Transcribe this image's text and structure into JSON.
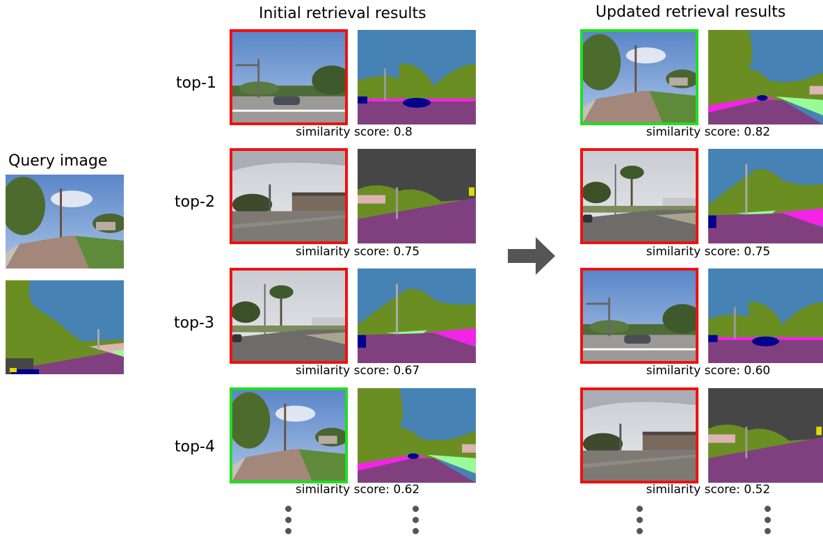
{
  "query": {
    "title": "Query image"
  },
  "initial": {
    "title": "Initial retrieval results",
    "results": [
      {
        "rank": "top-1",
        "score": "similarity score: 0.8",
        "correct": false,
        "scene": "street-car"
      },
      {
        "rank": "top-2",
        "score": "similarity score: 0.75",
        "correct": false,
        "scene": "building-lot"
      },
      {
        "rank": "top-3",
        "score": "similarity score: 0.67",
        "correct": false,
        "scene": "palm-road"
      },
      {
        "rank": "top-4",
        "score": "similarity score: 0.62",
        "correct": true,
        "scene": "brick-road"
      }
    ]
  },
  "updated": {
    "title": "Updated retrieval results",
    "results": [
      {
        "score": "similarity score: 0.82",
        "correct": true,
        "scene": "brick-road"
      },
      {
        "score": "similarity score: 0.75",
        "correct": false,
        "scene": "palm-road"
      },
      {
        "score": "similarity score: 0.60",
        "correct": false,
        "scene": "street-car"
      },
      {
        "score": "similarity score: 0.52",
        "correct": false,
        "scene": "building-lot"
      }
    ]
  },
  "colors": {
    "correct_border": "#22dd22",
    "wrong_border": "#ee1111",
    "arrow": "#555555",
    "seg_sky": "#4682b4",
    "seg_vegetation": "#6b8e23",
    "seg_road": "#804080",
    "seg_sidewalk": "#f423e8",
    "seg_building": "#464646",
    "seg_car": "#00008e",
    "seg_terrain": "#98fb98",
    "seg_wall": "#dcb4b4",
    "seg_sign": "#dcdc00"
  }
}
